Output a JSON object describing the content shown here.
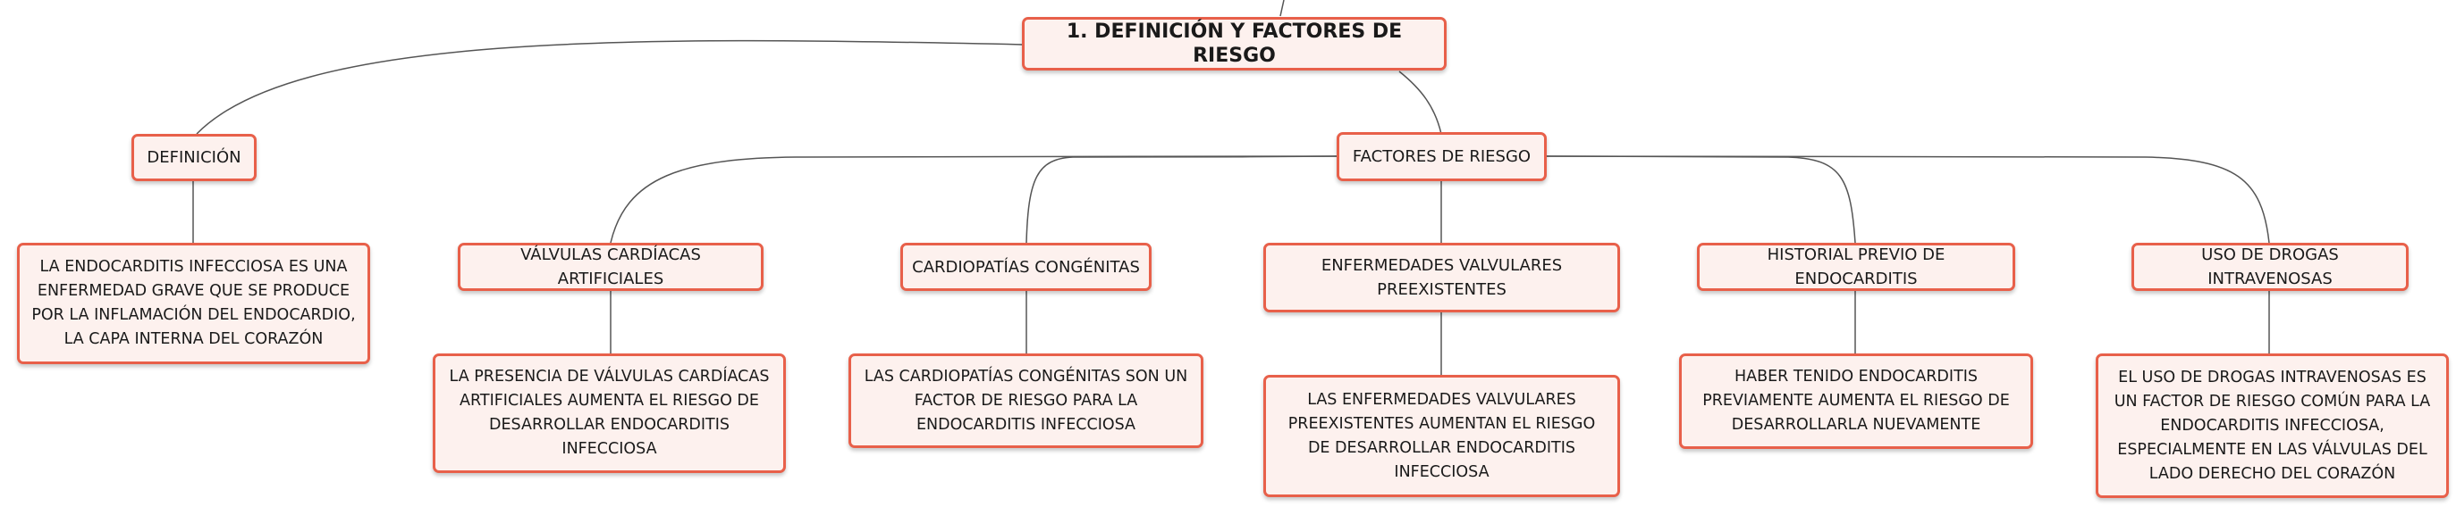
{
  "root": {
    "label": "1. DEFINICIÓN Y FACTORES DE RIESGO"
  },
  "definicion": {
    "label": "DEFINICIÓN",
    "detail": "LA ENDOCARDITIS INFECCIOSA ES UNA ENFERMEDAD GRAVE QUE SE PRODUCE POR LA INFLAMACIÓN DEL ENDOCARDIO, LA CAPA INTERNA DEL CORAZÓN"
  },
  "factores": {
    "label": "FACTORES DE RIESGO",
    "items": [
      {
        "label": "VÁLVULAS CARDÍACAS ARTIFICIALES",
        "detail": "LA PRESENCIA DE VÁLVULAS CARDÍACAS ARTIFICIALES AUMENTA EL RIESGO DE DESARROLLAR ENDOCARDITIS INFECCIOSA"
      },
      {
        "label": "CARDIOPATÍAS CONGÉNITAS",
        "detail": "LAS CARDIOPATÍAS CONGÉNITAS SON UN FACTOR DE RIESGO PARA LA ENDOCARDITIS INFECCIOSA"
      },
      {
        "label": "ENFERMEDADES VALVULARES PREEXISTENTES",
        "detail": "LAS ENFERMEDADES VALVULARES PREEXISTENTES AUMENTAN EL RIESGO DE DESARROLLAR ENDOCARDITIS INFECCIOSA"
      },
      {
        "label": "HISTORIAL PREVIO DE ENDOCARDITIS",
        "detail": "HABER TENIDO ENDOCARDITIS PREVIAMENTE AUMENTA EL RIESGO DE DESARROLLARLA NUEVAMENTE"
      },
      {
        "label": "USO DE DROGAS INTRAVENOSAS",
        "detail": "EL USO DE DROGAS INTRAVENOSAS ES UN FACTOR DE RIESGO COMÚN PARA LA ENDOCARDITIS INFECCIOSA, ESPECIALMENTE EN LAS VÁLVULAS DEL LADO DERECHO DEL CORAZÓN"
      }
    ]
  },
  "colors": {
    "border": "#e8604a",
    "fill": "#fdf1ee",
    "line": "#555555"
  }
}
